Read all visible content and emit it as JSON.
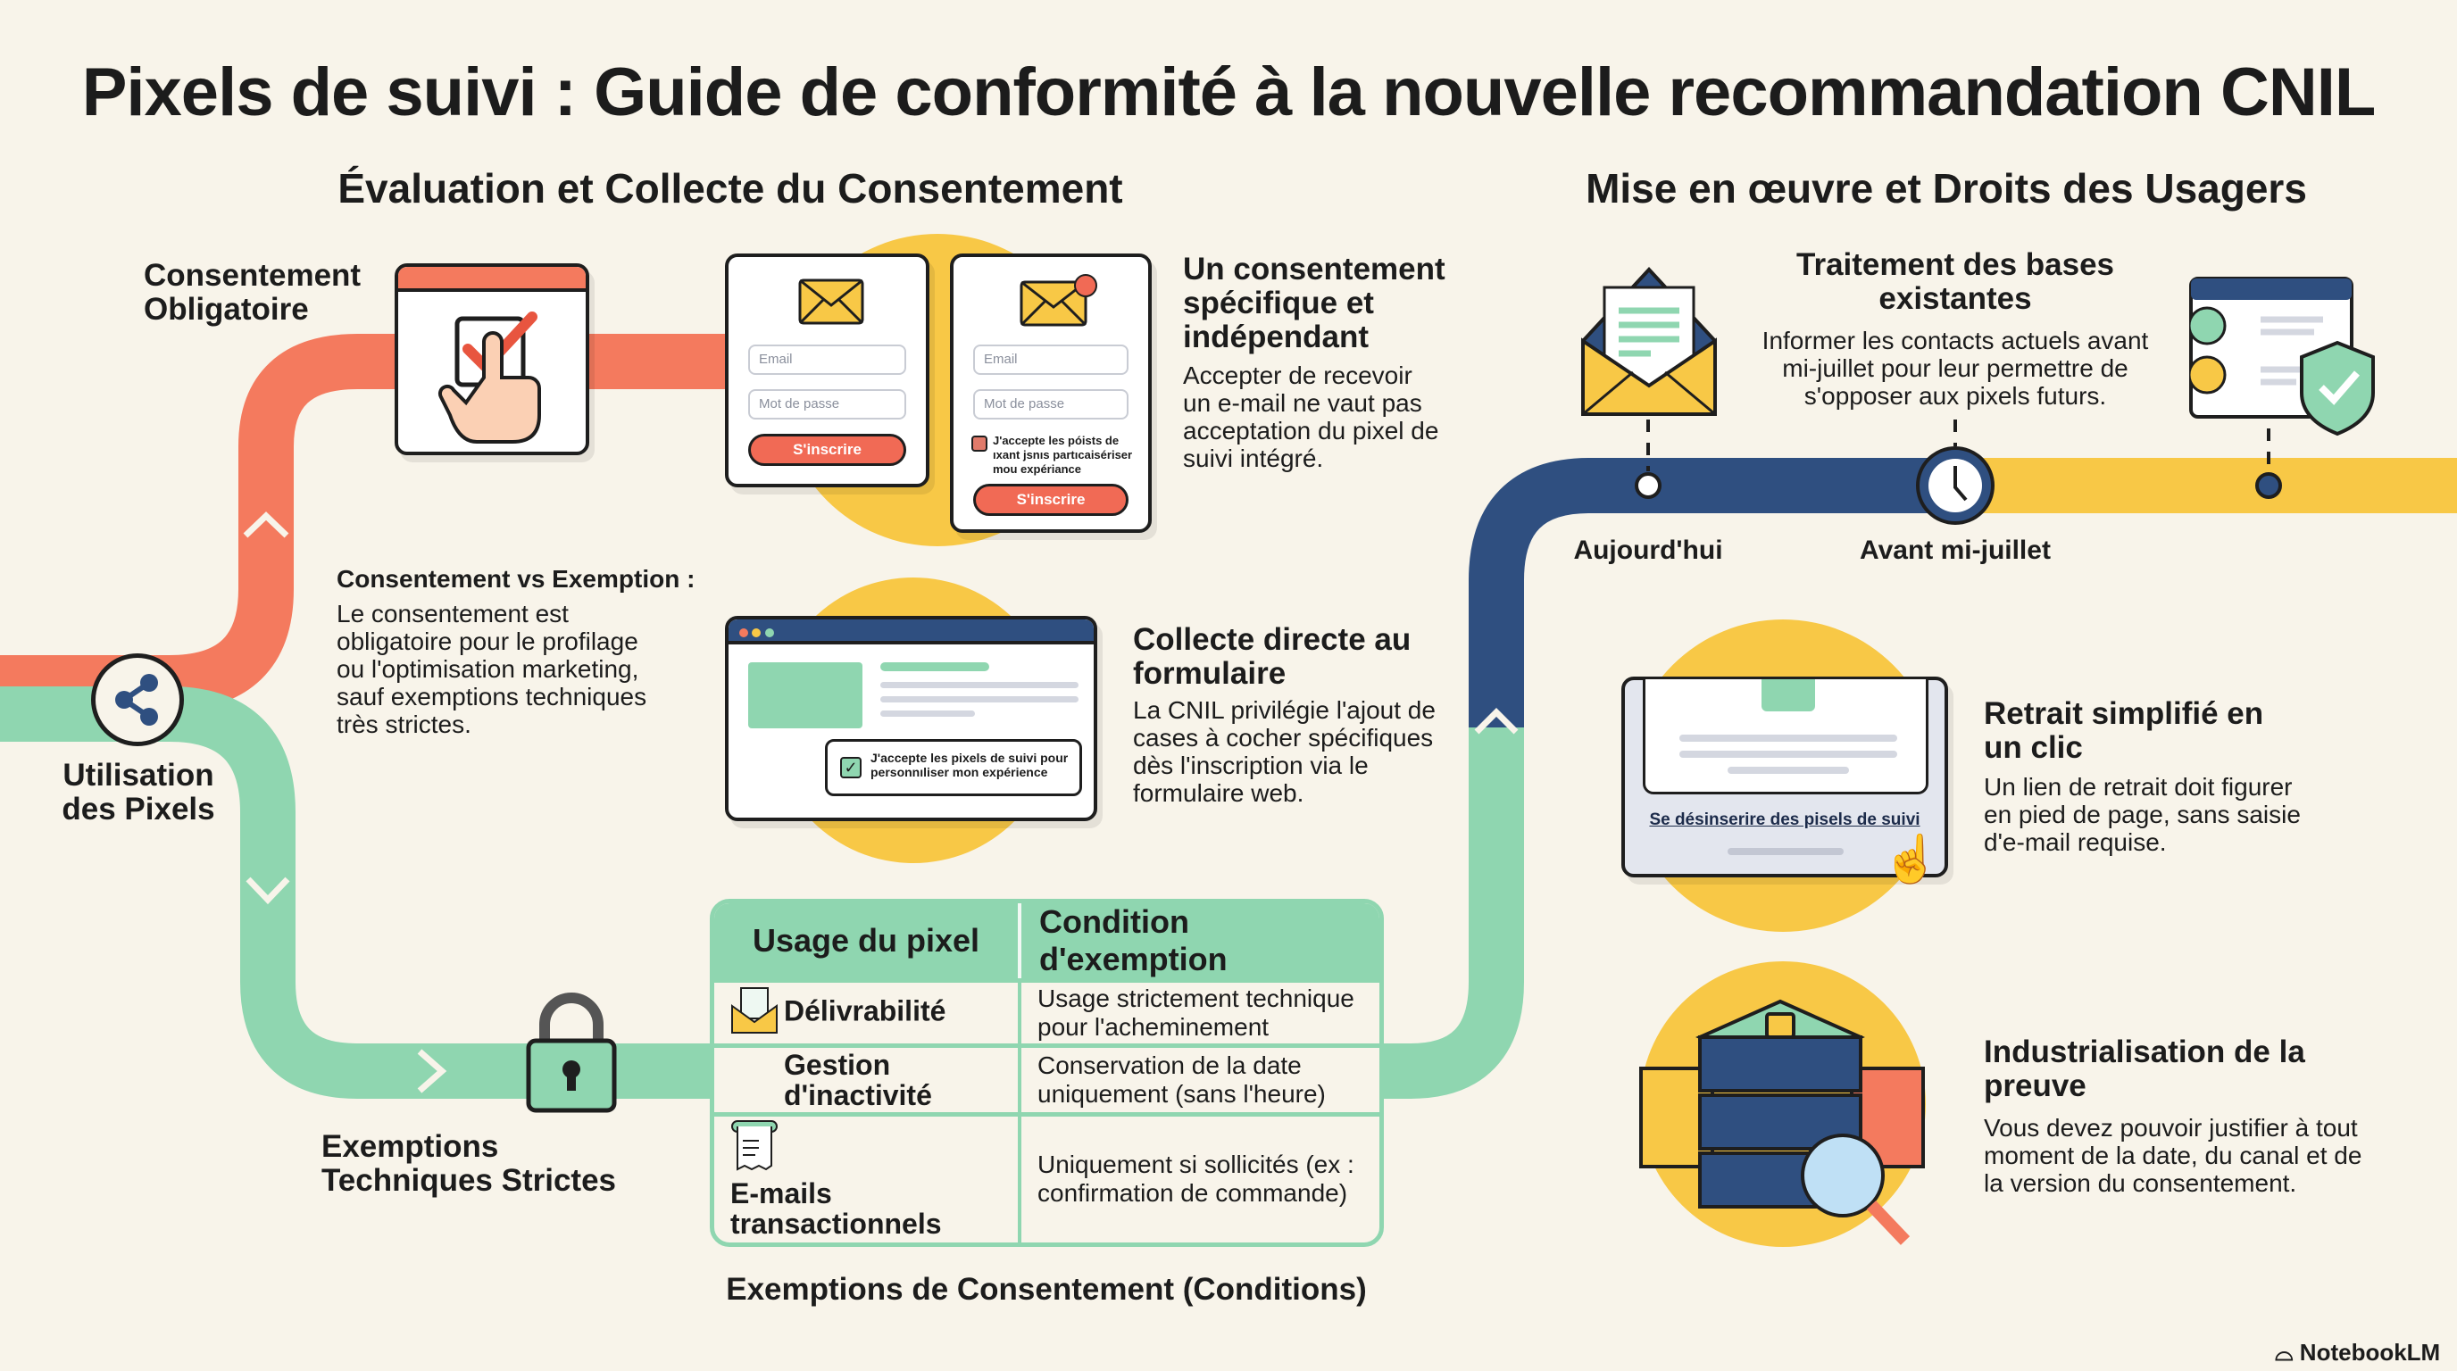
{
  "title": "Pixels de suivi : Guide de conformité à la nouvelle recommandation CNIL",
  "sections": {
    "left": "Évaluation et Collecte du Consentement",
    "right": "Mise en œuvre et Droits des Usagers"
  },
  "start": {
    "label": "Utilisation des Pixels",
    "icon": "share-icon"
  },
  "consent_branch": {
    "label": "Consentement Obligatoire",
    "note_title": "Consentement vs Exemption :",
    "note_body": "Le consentement est obligatoire pour le profilage ou l'optimisation marketing, sauf exemptions techniques très strictes."
  },
  "exemption_branch": {
    "label": "Exemptions Techniques Strictes"
  },
  "forms": {
    "email_placeholder": "Email",
    "password_placeholder": "Mot de passe",
    "submit": "S'inscrire",
    "checkbox_label": "J'accepte les póists de ıxant jsnıs partıcaisériser mou expériance"
  },
  "specific_consent": {
    "title": "Un consentement spécifique et indépendant",
    "body": "Accepter de recevoir un e-mail ne vaut pas acceptation du pixel de suivi intégré."
  },
  "direct_collection": {
    "checkbox_label": "J'accepte les pixels de suivi pour personnıliser mon expérience",
    "title": "Collecte directe au formulaire",
    "body": "La CNIL privilégie l'ajout de cases à cocher spécifiques dès l'inscription via le formulaire web."
  },
  "table": {
    "headers": [
      "Usage du pixel",
      "Condition d'exemption"
    ],
    "rows": [
      {
        "usage": "Délivrabilité",
        "condition": "Usage strictement technique pour l'acheminement",
        "icon": "envelope-letter-icon"
      },
      {
        "usage": "Gestion d'inactivité",
        "condition": "Conservation de la date uniquement (sans l'heure)",
        "icon": ""
      },
      {
        "usage": "E-mails transactionnels",
        "condition": "Uniquement si sollicités (ex : confirmation de commande)",
        "icon": "receipt-icon"
      }
    ],
    "caption": "Exemptions de Consentement (Conditions)"
  },
  "timeline": {
    "today": "Aujourd'hui",
    "before_july": "Avant mi-juillet",
    "existing_title": "Traitement des bases existantes",
    "existing_body": "Informer les contacts actuels avant mi-juillet pour leur permettre de s'opposer aux pixels futurs."
  },
  "unsubscribe": {
    "link": "Se désinserire des pisels de suivi",
    "title": "Retrait simplifié en un clic",
    "body": "Un lien de retrait doit figurer en pied de page, sans saisie d'e-mail requise."
  },
  "proof": {
    "title": "Industrialisation de la preuve",
    "body": "Vous devez pouvoir justifier à tout moment de la date, du canal et de la version du consentement."
  },
  "brand": "NotebookLM",
  "colors": {
    "background": "#f8f4ea",
    "red": "#f47a5e",
    "green": "#8fd6b0",
    "navy": "#2f4f80",
    "yellow": "#f8c846"
  }
}
